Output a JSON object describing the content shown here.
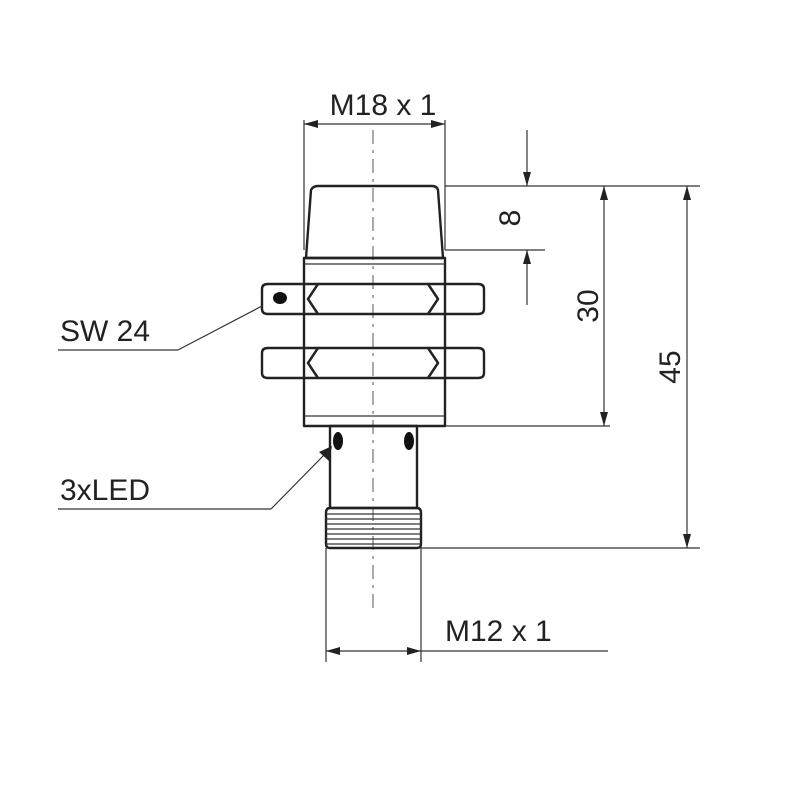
{
  "dimensions": {
    "thread_main": "M18 x 1",
    "thread_connector": "M12 x 1",
    "wrench_size": "SW 24",
    "led_count": "3xLED",
    "dim_8": "8",
    "dim_30": "30",
    "dim_45": "45"
  },
  "colors": {
    "line": "#222222",
    "background": "#ffffff"
  }
}
